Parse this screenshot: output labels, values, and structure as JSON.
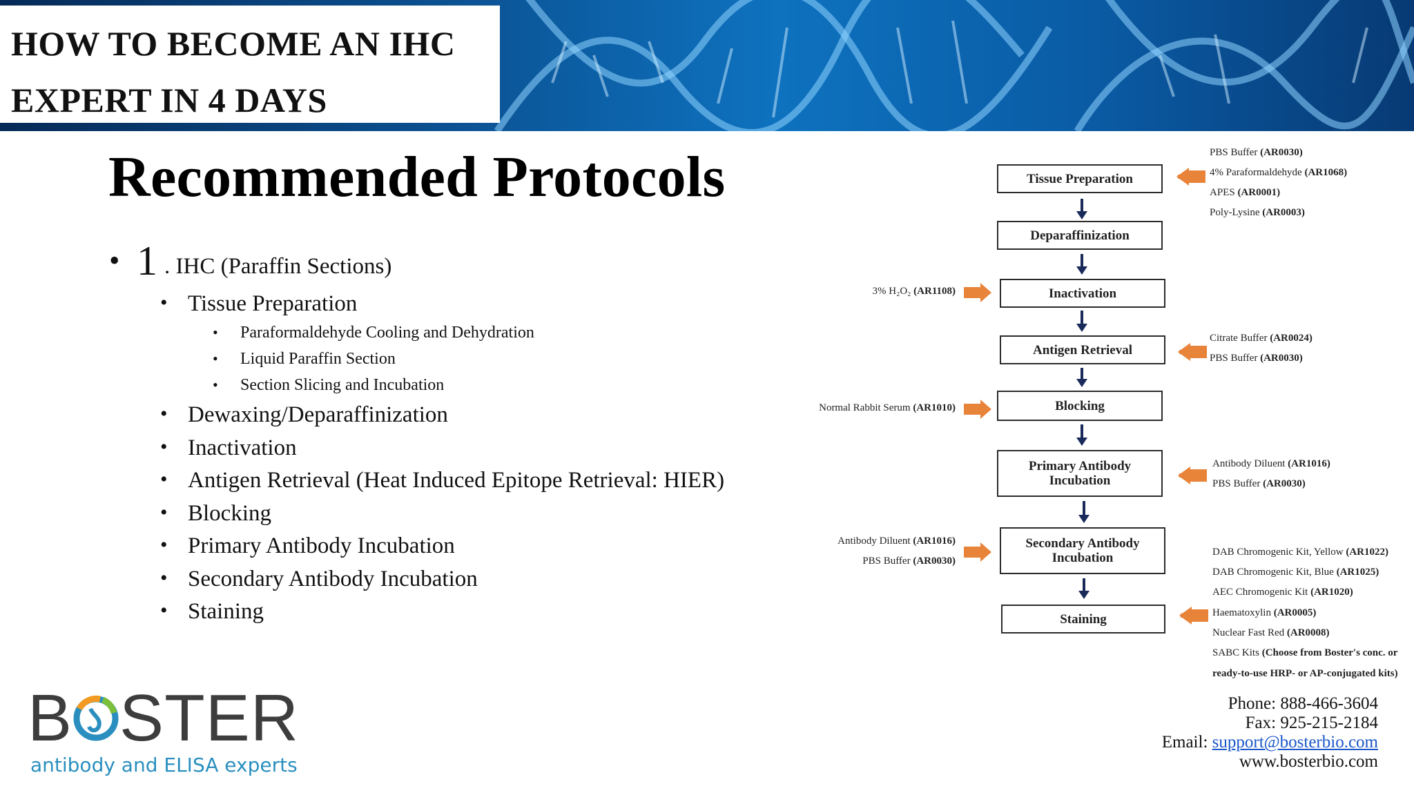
{
  "banner": {
    "title_line1": "HOW TO BECOME AN IHC",
    "title_line2": "EXPERT IN 4 DAYS"
  },
  "heading": "Recommended Protocols",
  "outline": {
    "section_number": "1",
    "section_title": ". IHC (Paraffin Sections)",
    "items": [
      {
        "label": "Tissue Preparation",
        "sub": [
          "Paraformaldehyde Cooling and Dehydration",
          "Liquid Paraffin Section",
          "Section Slicing and Incubation"
        ]
      },
      {
        "label": "Dewaxing/Deparaffinization"
      },
      {
        "label": "Inactivation"
      },
      {
        "label": "Antigen Retrieval (Heat Induced Epitope Retrieval: HIER)"
      },
      {
        "label": "Blocking"
      },
      {
        "label": "Primary Antibody Incubation"
      },
      {
        "label": "Secondary Antibody Incubation"
      },
      {
        "label": "Staining"
      }
    ]
  },
  "flowchart": {
    "steps": [
      "Tissue Preparation",
      "Deparaffinization",
      "Inactivation",
      "Antigen Retrieval",
      "Blocking",
      "Primary Antibody\nIncubation",
      "Secondary Antibody\nIncubation",
      "Staining"
    ],
    "reagents": {
      "tissue_prep": [
        {
          "name": "PBS Buffer",
          "code": "(AR0030)"
        },
        {
          "name": "4% Paraformaldehyde",
          "code": "(AR1068)"
        },
        {
          "name": "APES",
          "code": "(AR0001)"
        },
        {
          "name": "Poly-Lysine",
          "code": "(AR0003)"
        }
      ],
      "inactivation": [
        {
          "name": "3% H₂O₂",
          "code": "(AR1108)"
        }
      ],
      "antigen_retrieval": [
        {
          "name": "Citrate Buffer",
          "code": "(AR0024)"
        },
        {
          "name": "PBS Buffer",
          "code": "(AR0030)"
        }
      ],
      "blocking": [
        {
          "name": "Normal Rabbit Serum",
          "code": "(AR1010)"
        }
      ],
      "primary": [
        {
          "name": "Antibody Diluent",
          "code": "(AR1016)"
        },
        {
          "name": "PBS Buffer",
          "code": "(AR0030)"
        }
      ],
      "secondary": [
        {
          "name": "Antibody Diluent",
          "code": "(AR1016)"
        },
        {
          "name": "PBS Buffer",
          "code": "(AR0030)"
        }
      ],
      "staining": [
        {
          "name": "DAB Chromogenic Kit, Yellow",
          "code": "(AR1022)"
        },
        {
          "name": "DAB Chromogenic Kit, Blue",
          "code": "(AR1025)"
        },
        {
          "name": "AEC Chromogenic Kit",
          "code": "(AR1020)"
        },
        {
          "name": "Haematoxylin",
          "code": "(AR0005)"
        },
        {
          "name": "Nuclear Fast Red",
          "code": "(AR0008)"
        },
        {
          "name": "SABC Kits",
          "code": "(Choose from Boster's conc. or"
        },
        {
          "name": "",
          "code": "ready-to-use HRP- or AP-conjugated kits)"
        }
      ]
    },
    "colors": {
      "arrow_down": "#1a2a5a",
      "arrow_side": "#e8833a"
    }
  },
  "logo": {
    "brand_b": "B",
    "brand_rest": "STER",
    "tagline": "antibody and ELISA experts",
    "colors": {
      "ring_orange": "#f29a22",
      "ring_green": "#7cbf3a",
      "ring_blue": "#2a8fbf"
    }
  },
  "contact": {
    "phone": "Phone: 888-466-3604",
    "fax": "Fax: 925-215-2184",
    "email_label": "Email: ",
    "email": "support@bosterbio.com",
    "website": "www.bosterbio.com"
  }
}
